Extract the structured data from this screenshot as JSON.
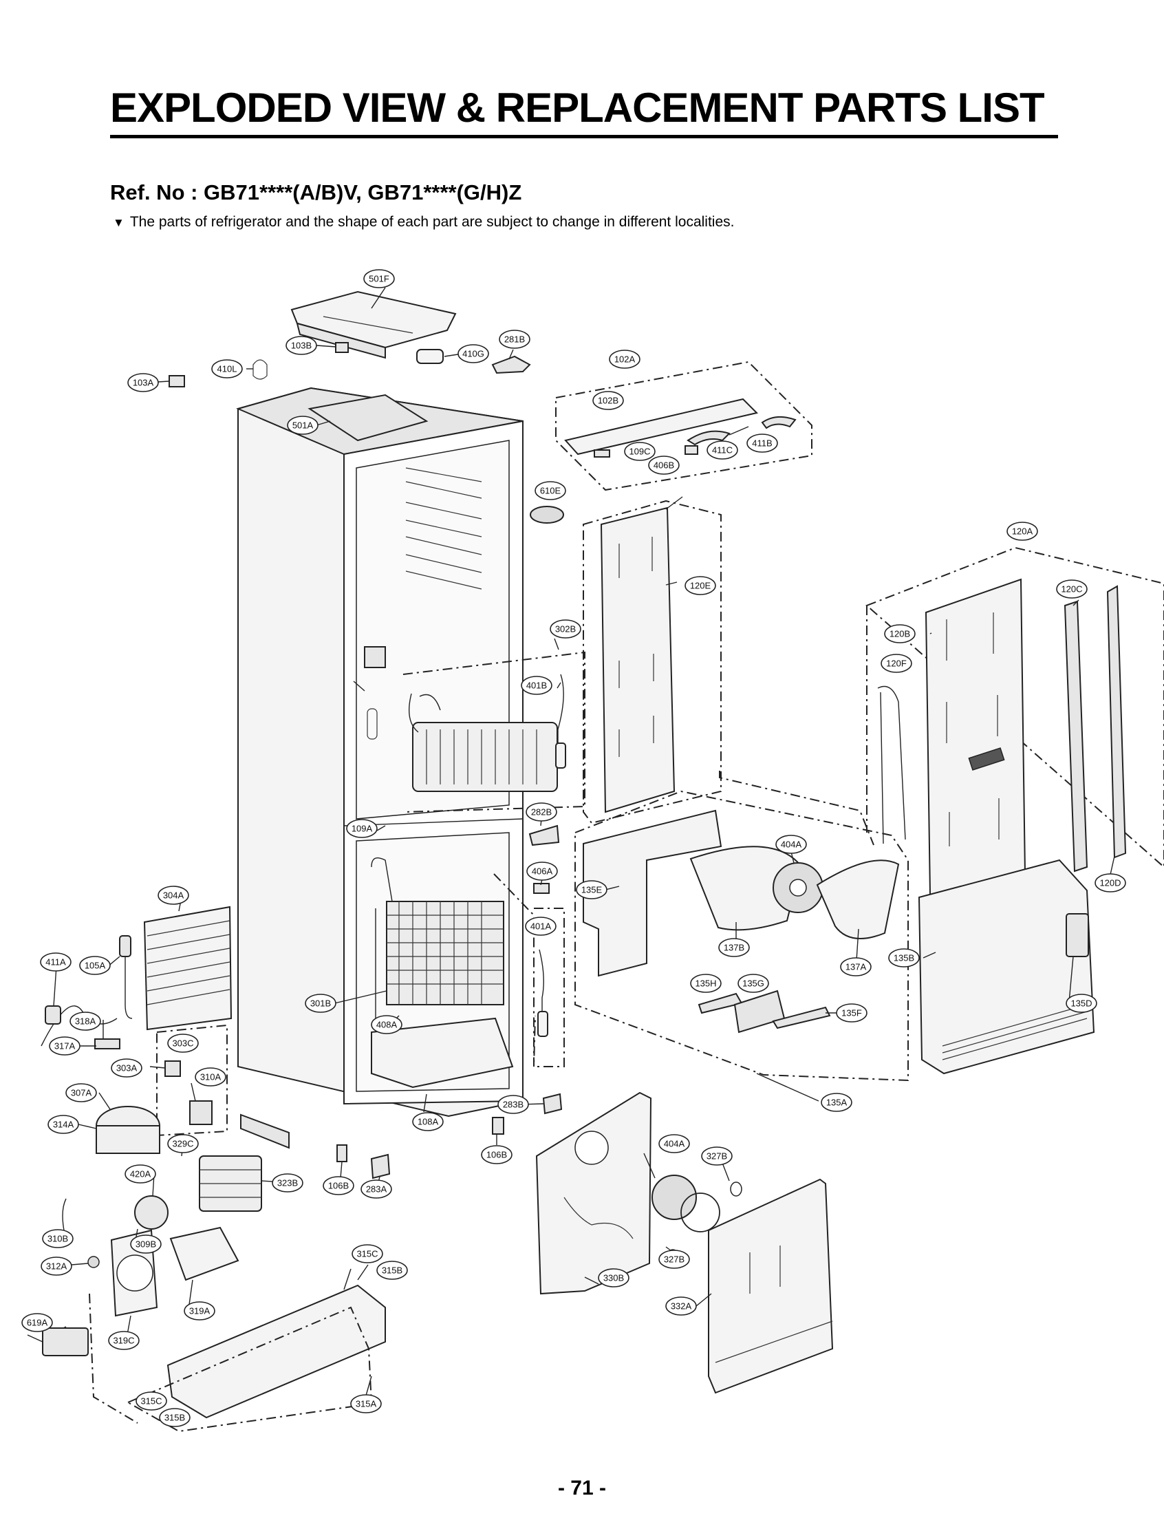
{
  "header": {
    "title": "EXPLODED VIEW & REPLACEMENT PARTS LIST",
    "ref": "Ref. No : GB71****(A/B)V, GB71****(G/H)Z",
    "note_marker": "▼",
    "note": "The parts of refrigerator and the shape of each part are subject to change in different localities."
  },
  "footer": {
    "page_number": "- 71 -"
  },
  "callouts": {
    "c501F": "501F",
    "c103B": "103B",
    "c410G": "410G",
    "c281B": "281B",
    "c103A": "103A",
    "c410L": "410L",
    "c501A": "501A",
    "c102A": "102A",
    "c102B": "102B",
    "c109C": "109C",
    "c406B": "406B",
    "c411C": "411C",
    "c411B": "411B",
    "c610E": "610E",
    "c120E": "120E",
    "c120A": "120A",
    "c120C": "120C",
    "c120B": "120B",
    "c120F": "120F",
    "c302B": "302B",
    "c401B": "401B",
    "c282B": "282B",
    "c109A": "109A",
    "c404A": "404A",
    "c406A": "406A",
    "c135E": "135E",
    "c120D": "120D",
    "c304A": "304A",
    "c401A": "401A",
    "c137B": "137B",
    "c137A": "137A",
    "c135B": "135B",
    "c411A": "411A",
    "c105A": "105A",
    "c135H": "135H",
    "c135G": "135G",
    "c301B": "301B",
    "c135F": "135F",
    "c135D": "135D",
    "c318A": "318A",
    "c317A": "317A",
    "c408A": "408A",
    "c303C": "303C",
    "c303A": "303A",
    "c310A": "310A",
    "c307A": "307A",
    "c135A": "135A",
    "c283B": "283B",
    "c314A": "314A",
    "c108A": "108A",
    "c106B": "106B",
    "c329C": "329C",
    "c404A2": "404A",
    "c327B": "327B",
    "c420A": "420A",
    "c323B": "323B",
    "c106B2": "106B",
    "c283A": "283A",
    "c310B": "310B",
    "c309B": "309B",
    "c312A": "312A",
    "c315C": "315C",
    "c315B": "315B",
    "c327B2": "327B",
    "c330B": "330B",
    "c619A": "619A",
    "c319A": "319A",
    "c332A": "332A",
    "c319C": "319C",
    "c315A": "315A",
    "c315C2": "315C",
    "c315B2": "315B"
  }
}
